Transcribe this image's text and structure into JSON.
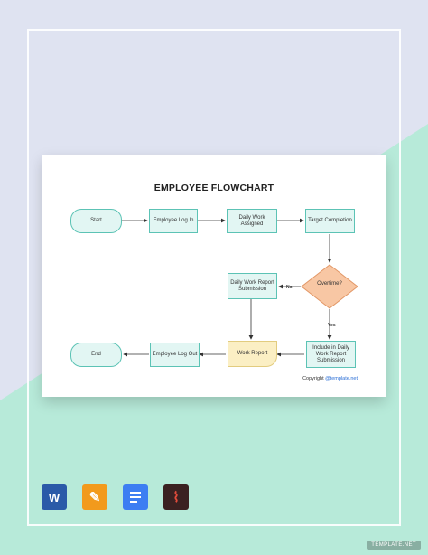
{
  "diagram": {
    "title": "EMPLOYEE FLOWCHART",
    "nodes": {
      "start": "Start",
      "login": "Employee Log In",
      "assigned": "Daily Work Assigned",
      "target": "Target Completion",
      "overtime": "Overtime?",
      "submission": "Daily Work Report Submission",
      "include": "Include in Daily Work Report Submission",
      "report": "Work Report",
      "logout": "Employee Log Out",
      "end": "End"
    },
    "edge_labels": {
      "no": "No",
      "yes": "Yes"
    },
    "copyright_prefix": "Copyright",
    "copyright_link": "@template.net"
  },
  "formats": [
    "word-icon",
    "pages-icon",
    "google-docs-icon",
    "pdf-icon"
  ],
  "watermark": "TEMPLATE.NET",
  "colors": {
    "node_fill": "#e2f6f3",
    "node_border": "#5cc3b5",
    "decision_fill": "#f8c7a4",
    "document_fill": "#fbefc4"
  }
}
